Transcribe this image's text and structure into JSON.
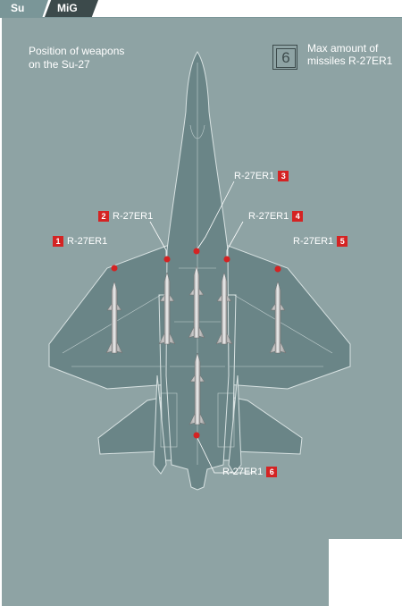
{
  "tabs": [
    {
      "label": "Su",
      "active": true
    },
    {
      "label": "MiG",
      "active": false
    }
  ],
  "title": "Position of weapons on the Su-27",
  "max_missiles": {
    "number": "6",
    "label": "Max amount of missiles R-27ER1"
  },
  "hardpoints": [
    {
      "num": "1",
      "weapon": "R-27ER1"
    },
    {
      "num": "2",
      "weapon": "R-27ER1"
    },
    {
      "num": "3",
      "weapon": "R-27ER1"
    },
    {
      "num": "4",
      "weapon": "R-27ER1"
    },
    {
      "num": "5",
      "weapon": "R-27ER1"
    },
    {
      "num": "6",
      "weapon": "R-27ER1"
    }
  ],
  "colors": {
    "panel": "#8ea3a4",
    "marker": "#d42323",
    "tab_active": "#7a9698",
    "tab_inactive": "#3c4a4b"
  }
}
